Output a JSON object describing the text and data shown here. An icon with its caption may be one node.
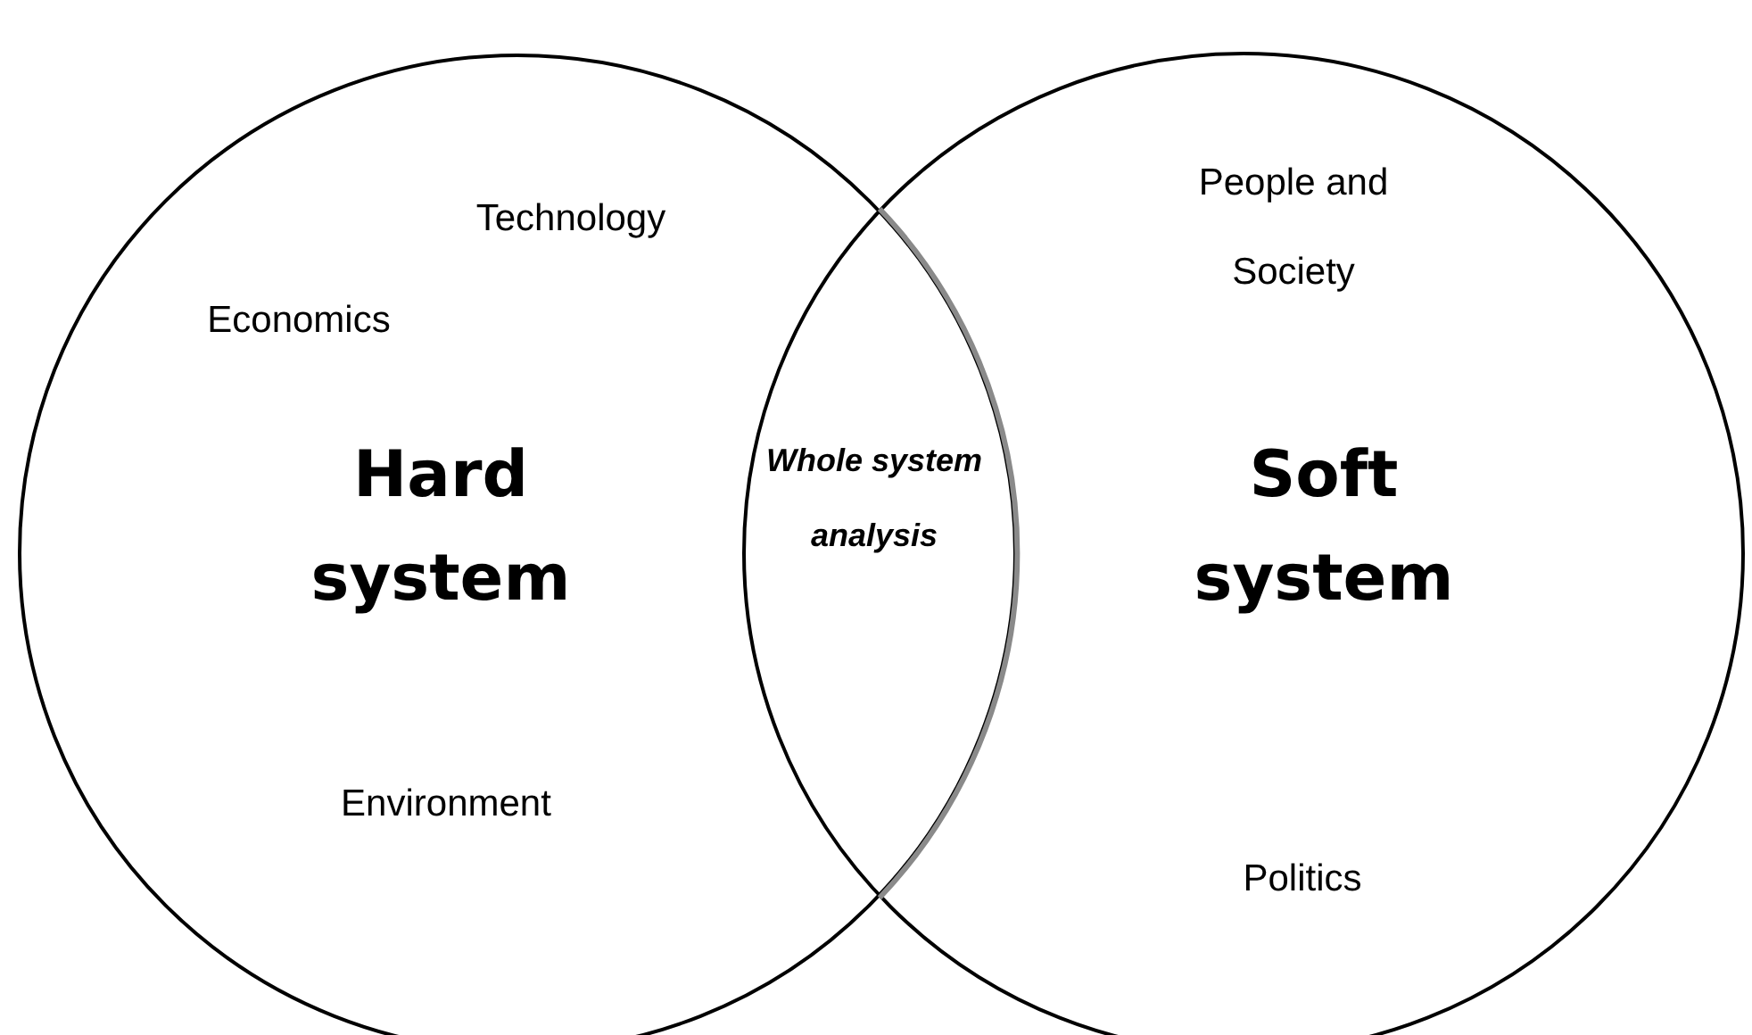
{
  "diagram": {
    "nodes": [
      {
        "text": [
          "Hard system"
        ]
      },
      {
        "text": [
          "Soft system"
        ]
      },
      {
        "text": [
          "Whole system analysis"
        ]
      }
    ],
    "labels": [
      "Technology",
      "Economics",
      "People and Society",
      "Environment",
      "Politics"
    ]
  }
}
